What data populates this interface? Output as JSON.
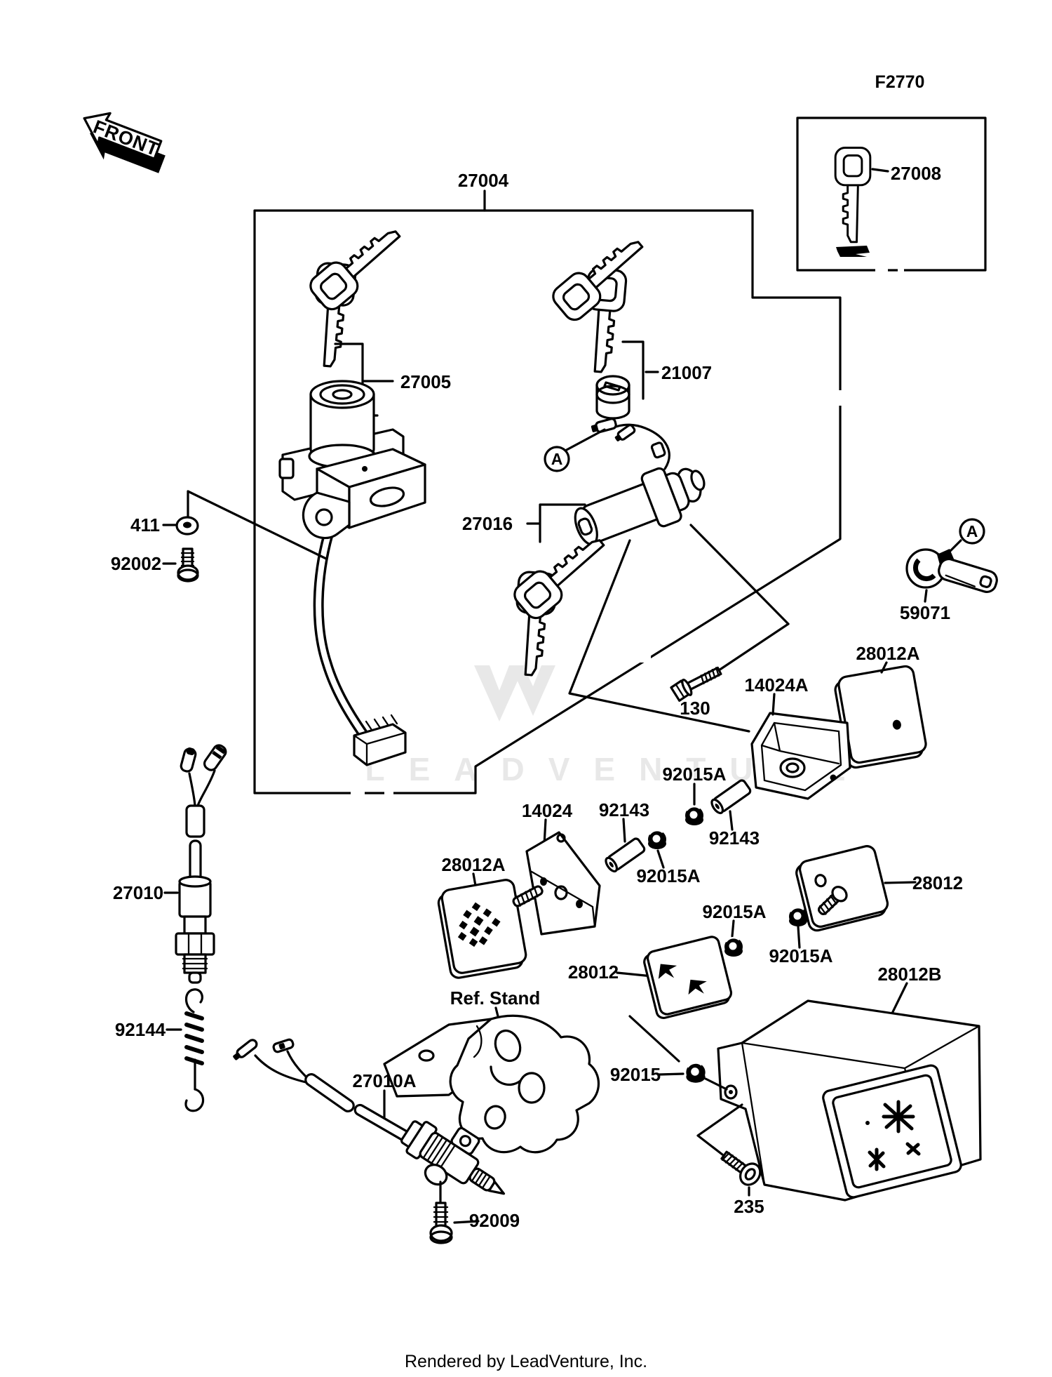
{
  "diagram": {
    "front_label": "FRONT",
    "figure_code": "F2770",
    "ref_note": "Ref. Stand",
    "detail_marker": "A",
    "watermark_text": "LEADVENTURE",
    "footer": "Rendered by LeadVenture, Inc.",
    "ink_color": "#000000",
    "watermark_color": "#e8e8e8"
  },
  "labels": {
    "p27004": "27004",
    "p27005": "27005",
    "p27008": "27008",
    "p21007": "21007",
    "p27016": "27016",
    "p411": "411",
    "p92002": "92002",
    "p59071": "59071",
    "p28012a_top": "28012A",
    "p14024a": "14024A",
    "p130": "130",
    "p92015a_1": "92015A",
    "p14024": "14024",
    "p92143_left": "92143",
    "p92143_right": "92143",
    "p92015a_2": "92015A",
    "p92015a_3": "92015A",
    "p92015a_4": "92015A",
    "p28012a_left": "28012A",
    "p28012_right": "28012",
    "p28012_left": "28012",
    "p28012b": "28012B",
    "p27010": "27010",
    "p92144": "92144",
    "p27010a": "27010A",
    "p92009": "92009",
    "p92015": "92015",
    "p235": "235"
  }
}
